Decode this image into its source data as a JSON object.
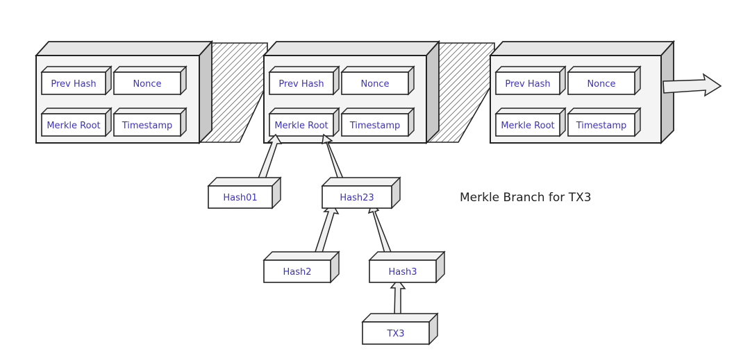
{
  "blocks": [
    {
      "prev_hash": "Prev Hash",
      "nonce": "Nonce",
      "merkle_root": "Merkle Root",
      "timestamp": "Timestamp"
    },
    {
      "prev_hash": "Prev Hash",
      "nonce": "Nonce",
      "merkle_root": "Merkle Root",
      "timestamp": "Timestamp"
    },
    {
      "prev_hash": "Prev Hash",
      "nonce": "Nonce",
      "merkle_root": "Merkle Root",
      "timestamp": "Timestamp"
    }
  ],
  "tree": {
    "hash01": "Hash01",
    "hash23": "Hash23",
    "hash2": "Hash2",
    "hash3": "Hash3",
    "tx3": "TX3"
  },
  "caption": "Merkle Branch for TX3",
  "colors": {
    "label_text": "#3b32c4",
    "outline": "#222222"
  }
}
